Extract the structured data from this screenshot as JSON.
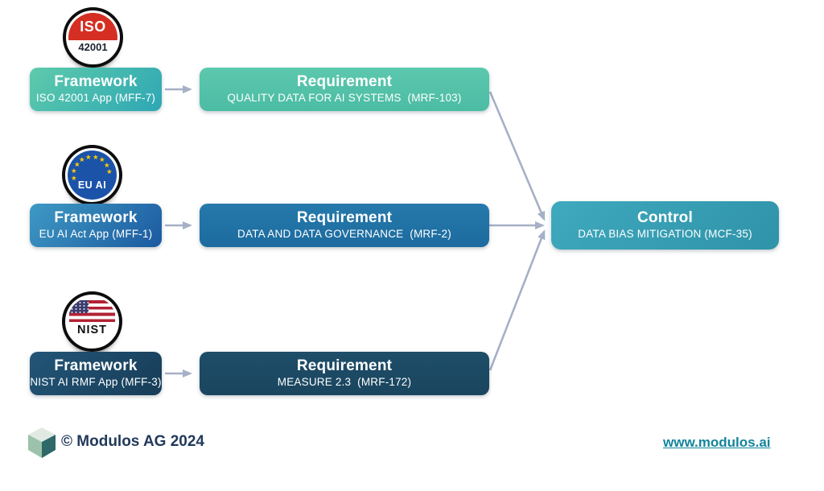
{
  "diagram": {
    "rows": [
      {
        "badge": {
          "name": "ISO 42001",
          "top_label": "ISO",
          "bottom_label": "42001",
          "red": "#D42F22"
        },
        "framework": {
          "title": "Framework",
          "subtitle": "ISO 42001 App (MFF-7)",
          "gradient_start": "#5ECBAB",
          "gradient_end": "#2EA7B4"
        },
        "requirement": {
          "title": "Requirement",
          "subtitle": "QUALITY DATA FOR AI SYSTEMS  (MRF-103)",
          "color": "#52C1A8"
        }
      },
      {
        "badge": {
          "name": "EU AI",
          "label": "EU AI",
          "blue": "#1B53A9",
          "star_color": "#FFCC00"
        },
        "framework": {
          "title": "Framework",
          "subtitle": "EU AI Act App (MFF-1)",
          "gradient_start": "#3E9AC4",
          "gradient_end": "#1C59A0"
        },
        "requirement": {
          "title": "Requirement",
          "subtitle": "DATA AND DATA GOVERNANCE  (MRF-2)",
          "color": "#2173A6"
        }
      },
      {
        "badge": {
          "name": "NIST",
          "label": "NIST",
          "flag_red": "#B22234",
          "flag_blue": "#3C3B6E"
        },
        "framework": {
          "title": "Framework",
          "subtitle": "NIST AI RMF App (MFF-3)",
          "gradient_start": "#235577",
          "gradient_end": "#173D58"
        },
        "requirement": {
          "title": "Requirement",
          "subtitle": "MEASURE 2.3  (MRF-172)",
          "color": "#1C4963"
        }
      }
    ],
    "control": {
      "title": "Control",
      "subtitle": "DATA BIAS MITIGATION (MCF-35)",
      "color": "#37A1B6"
    },
    "connector_color": "#A6B0C6"
  },
  "footer": {
    "copyright": "© Modulos AG 2024",
    "link": "www.modulos.ai",
    "link_color": "#12849C",
    "text_color": "#22395A"
  }
}
